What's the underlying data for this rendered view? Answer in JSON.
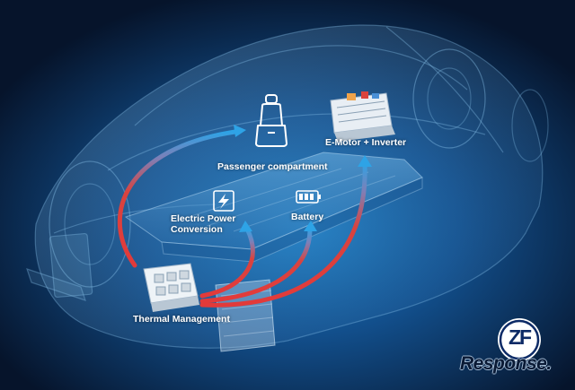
{
  "labels": {
    "passenger": "Passenger compartment",
    "emotor": "E-Motor + Inverter",
    "epc_line1": "Electric Power",
    "epc_line2": "Conversion",
    "battery": "Battery",
    "thermal": "Thermal Management"
  },
  "logo": {
    "brand": "ZF"
  },
  "watermark": {
    "text": "Response."
  },
  "icons": [
    "seat-icon",
    "lightning-icon",
    "battery-icon"
  ],
  "colors": {
    "background_dark": "#06142b",
    "background_glow": "#1f7fc4",
    "arrow_red": "#e23a3a",
    "arrow_blue": "#2ea3e6",
    "logo_blue": "#0c2a66"
  }
}
